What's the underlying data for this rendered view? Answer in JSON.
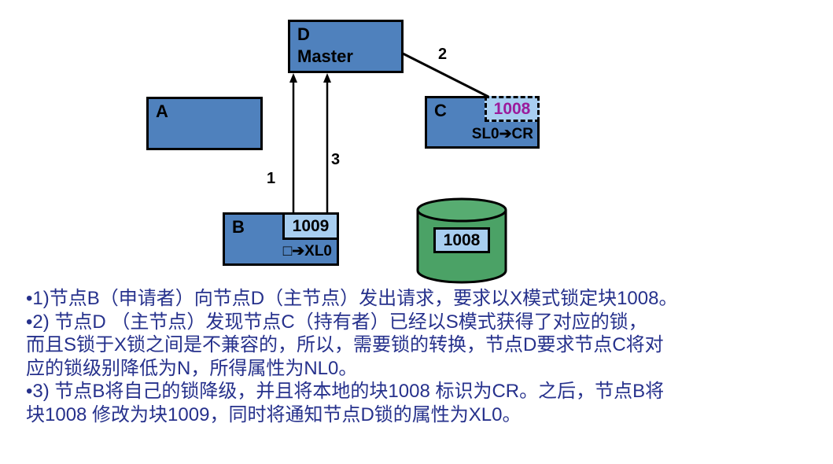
{
  "colors": {
    "node_fill": "#4F81BD",
    "sub_block_fill": "#A8CEF0",
    "cylinder_fill": "#4BA266",
    "cylinder_top_fill": "#57AC71",
    "held_block_text": "#9B1B9B",
    "notes_text": "#26318C",
    "outline": "#000000"
  },
  "diagram": {
    "node_d": {
      "label": "D",
      "sublabel": "Master"
    },
    "node_a": {
      "label": "A"
    },
    "node_b": {
      "label": "B",
      "block_label": "1009",
      "lock_label": "□➔XL0"
    },
    "node_c": {
      "label": "C",
      "block_label": "1008",
      "lock_label": "SL0➔CR"
    },
    "database": {
      "block_label": "1008"
    },
    "edge_labels": {
      "step1": "1",
      "step2": "2",
      "step3": "3"
    }
  },
  "notes": {
    "lines": [
      "•1)节点B（申请者）向节点D（主节点）发出请求，要求以X模式锁定块1008。",
      "•2) 节点D （主节点）发现节点C（持有者）已经以S模式获得了对应的锁，",
      "而且S锁于X锁之间是不兼容的，所以，需要锁的转换，节点D要求节点C将对",
      "应的锁级别降低为N，所得属性为NL0。",
      "•3) 节点B将自己的锁降级，并且将本地的块1008 标识为CR。之后，节点B将",
      "块1008 修改为块1009，同时将通知节点D锁的属性为XL0。"
    ]
  }
}
